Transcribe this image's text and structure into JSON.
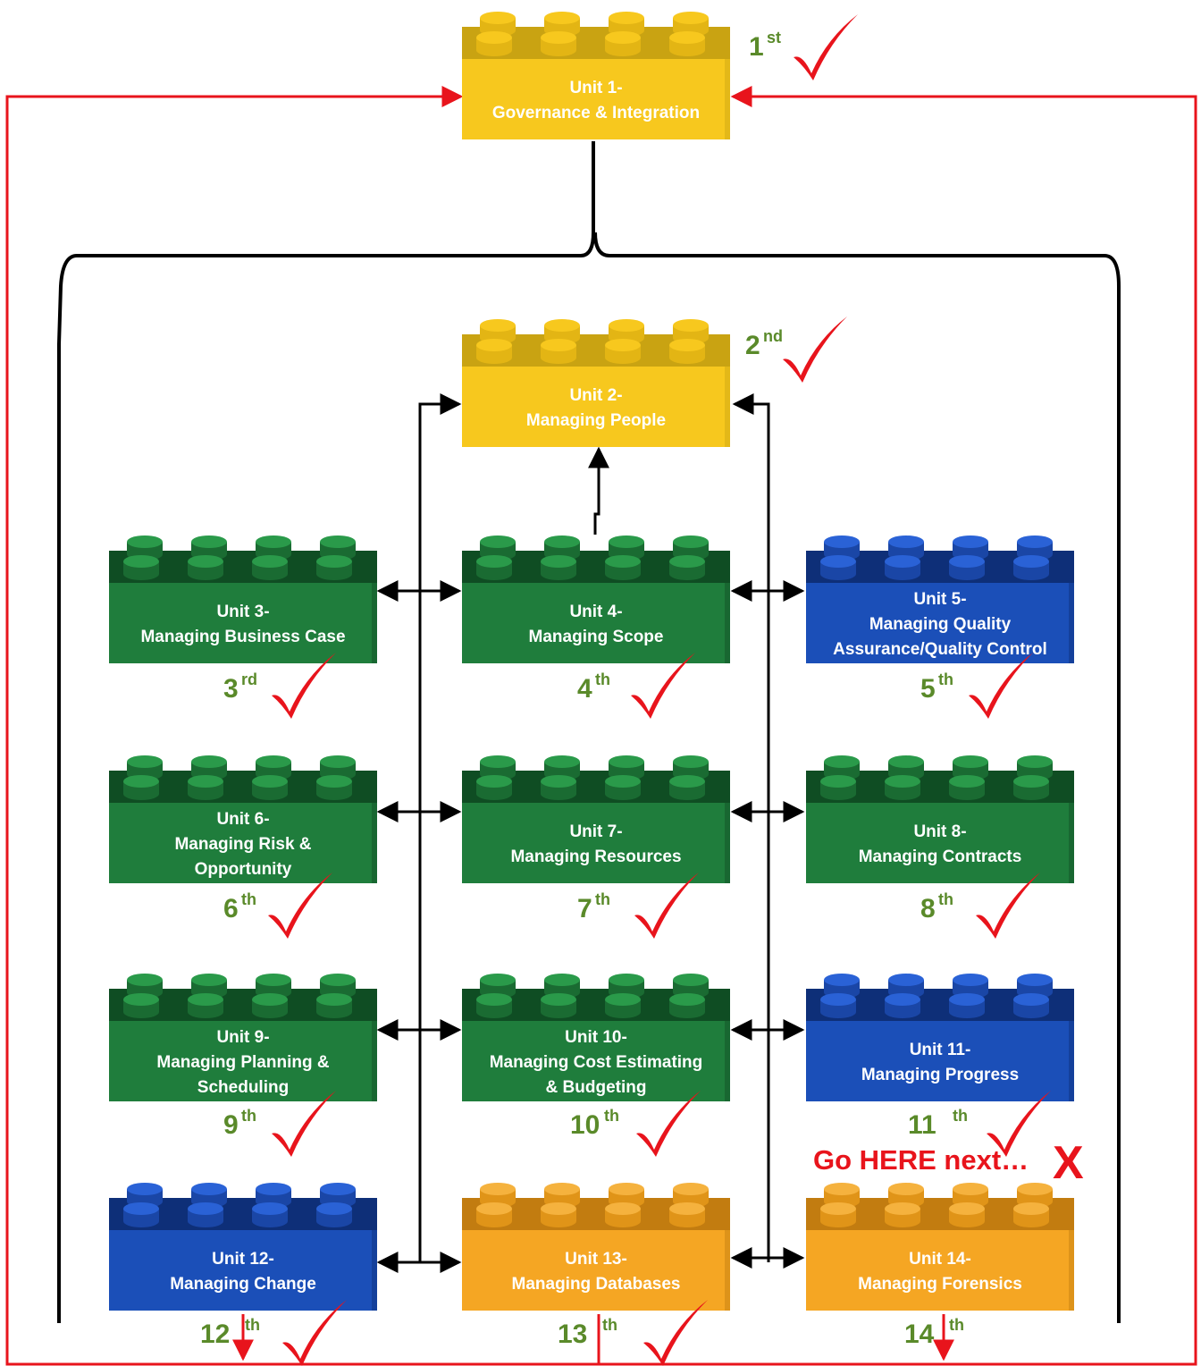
{
  "colors": {
    "yellow": "#f7c81e",
    "green": "#1f7d3c",
    "blue": "#1b4fb8",
    "orange": "#f5a623",
    "red": "#e8141c",
    "rank_text": "#5a8a2a",
    "connector": "#000000"
  },
  "units": [
    {
      "id": "u1",
      "lines": [
        "Unit 1-",
        "Governance & Integration"
      ],
      "color": "yellow",
      "rank": "1",
      "rank_sup": "st",
      "checked": true
    },
    {
      "id": "u2",
      "lines": [
        "Unit 2-",
        "Managing People"
      ],
      "color": "yellow",
      "rank": "2",
      "rank_sup": "nd",
      "checked": true
    },
    {
      "id": "u3",
      "lines": [
        "Unit 3-",
        "Managing Business Case"
      ],
      "color": "green",
      "rank": "3",
      "rank_sup": "rd",
      "checked": true
    },
    {
      "id": "u4",
      "lines": [
        "Unit 4-",
        "Managing Scope"
      ],
      "color": "green",
      "rank": "4",
      "rank_sup": "th",
      "checked": true
    },
    {
      "id": "u5",
      "lines": [
        "Unit 5-",
        "Managing Quality",
        "Assurance/Quality Control"
      ],
      "color": "blue",
      "rank": "5",
      "rank_sup": "th",
      "checked": true
    },
    {
      "id": "u6",
      "lines": [
        "Unit 6-",
        "Managing Risk &",
        "Opportunity"
      ],
      "color": "green",
      "rank": "6",
      "rank_sup": "th",
      "checked": true
    },
    {
      "id": "u7",
      "lines": [
        "Unit 7-",
        "Managing Resources"
      ],
      "color": "green",
      "rank": "7",
      "rank_sup": "th",
      "checked": true
    },
    {
      "id": "u8",
      "lines": [
        "Unit 8-",
        "Managing Contracts"
      ],
      "color": "green",
      "rank": "8",
      "rank_sup": "th",
      "checked": true
    },
    {
      "id": "u9",
      "lines": [
        "Unit 9-",
        "Managing Planning &",
        "Scheduling"
      ],
      "color": "green",
      "rank": "9",
      "rank_sup": "th",
      "checked": true
    },
    {
      "id": "u10",
      "lines": [
        "Unit 10-",
        "Managing Cost Estimating",
        "& Budgeting"
      ],
      "color": "green",
      "rank": "10",
      "rank_sup": "th",
      "checked": true
    },
    {
      "id": "u11",
      "lines": [
        "Unit 11-",
        "Managing Progress"
      ],
      "color": "blue",
      "rank": "11",
      "rank_sup": "th",
      "checked": true
    },
    {
      "id": "u12",
      "lines": [
        "Unit 12-",
        "Managing Change"
      ],
      "color": "blue",
      "rank": "12",
      "rank_sup": "th",
      "checked": true
    },
    {
      "id": "u13",
      "lines": [
        "Unit 13-",
        "Managing Databases"
      ],
      "color": "orange",
      "rank": "13",
      "rank_sup": "th",
      "checked": true
    },
    {
      "id": "u14",
      "lines": [
        "Unit 14-",
        "Managing Forensics"
      ],
      "color": "orange",
      "rank": "14",
      "rank_sup": "th",
      "checked": false
    }
  ],
  "next_note": "Go HERE next…",
  "next_mark": "X"
}
